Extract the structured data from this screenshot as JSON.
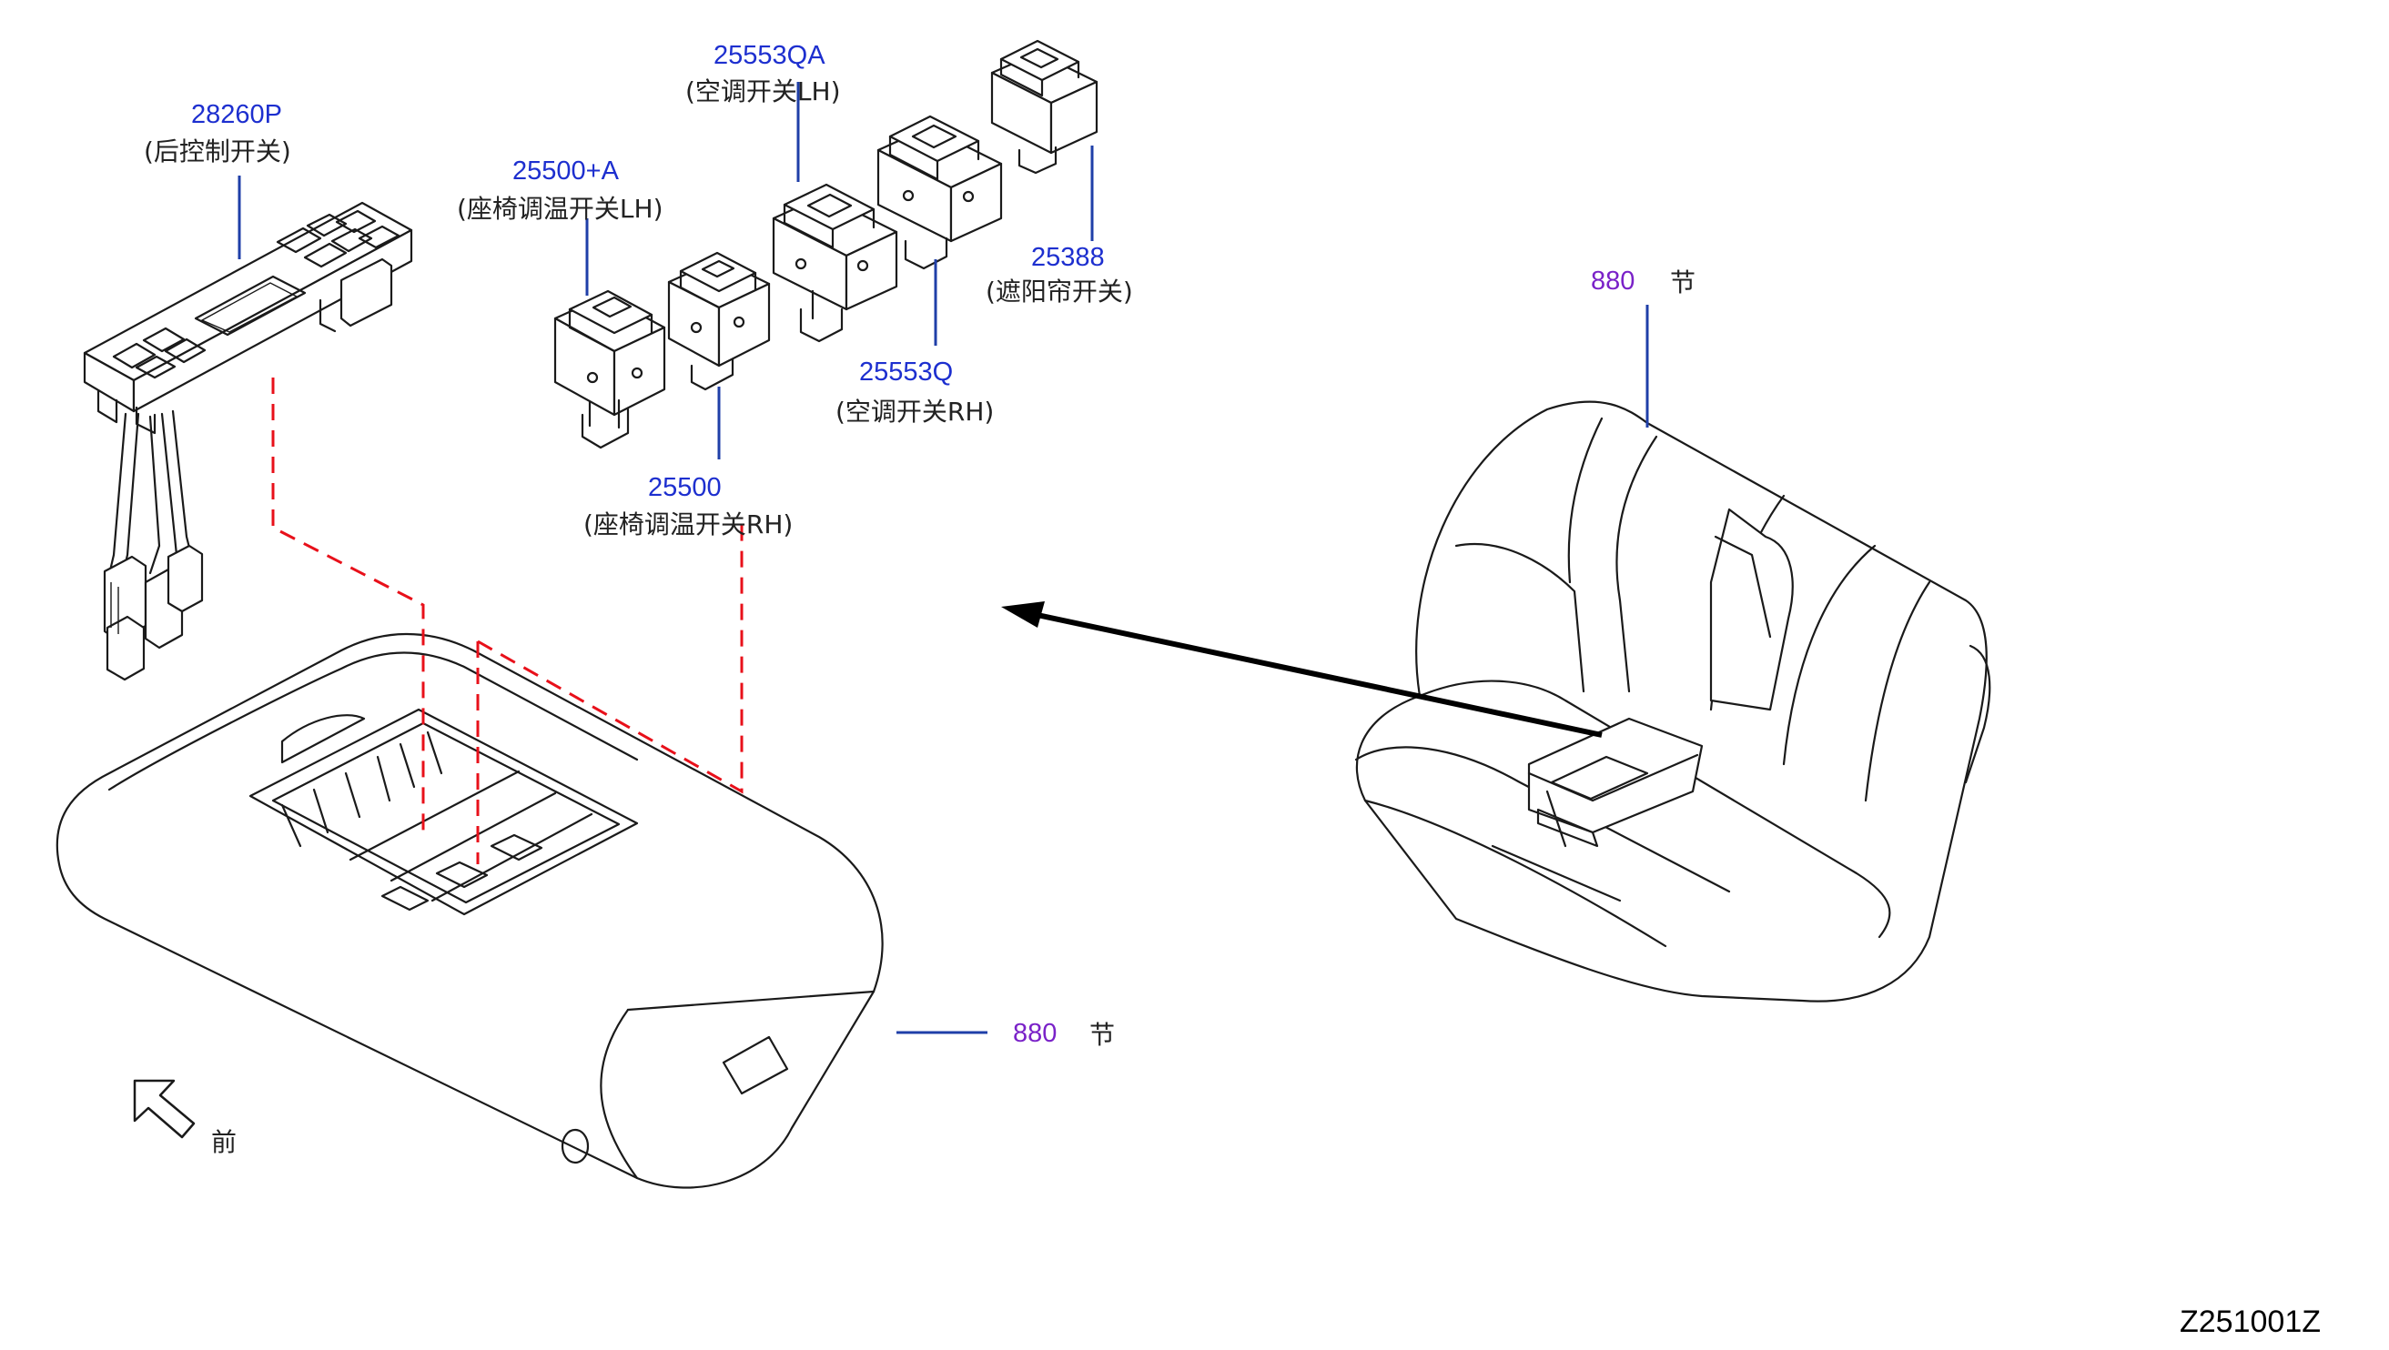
{
  "diagram": {
    "parts": [
      {
        "id": "rear-control-switch",
        "number": "28260P",
        "name": "(后控制开关)"
      },
      {
        "id": "seat-heater-switch-lh",
        "number": "25500+A",
        "name": "(座椅调温开关LH)"
      },
      {
        "id": "ac-switch-lh",
        "number": "25553QA",
        "name": "(空调开关LH)"
      },
      {
        "id": "sunshade-switch",
        "number": "25388",
        "name": "(遮阳帘开关)"
      },
      {
        "id": "ac-switch-rh",
        "number": "25553Q",
        "name": "(空调开关RH)"
      },
      {
        "id": "seat-heater-switch-rh",
        "number": "25500",
        "name": "(座椅调温开关RH)"
      }
    ],
    "references": [
      {
        "id": "rear-seat",
        "number": "880",
        "name": "节"
      },
      {
        "id": "armrest",
        "number": "880",
        "name": "节"
      }
    ],
    "front_label": "前",
    "drawing_code": "Z251001Z",
    "colors": {
      "part_number": "#1d2fcf",
      "reference": "#7a22c8",
      "dashed": "#e8101a",
      "leader": "#1f3fa8"
    }
  }
}
